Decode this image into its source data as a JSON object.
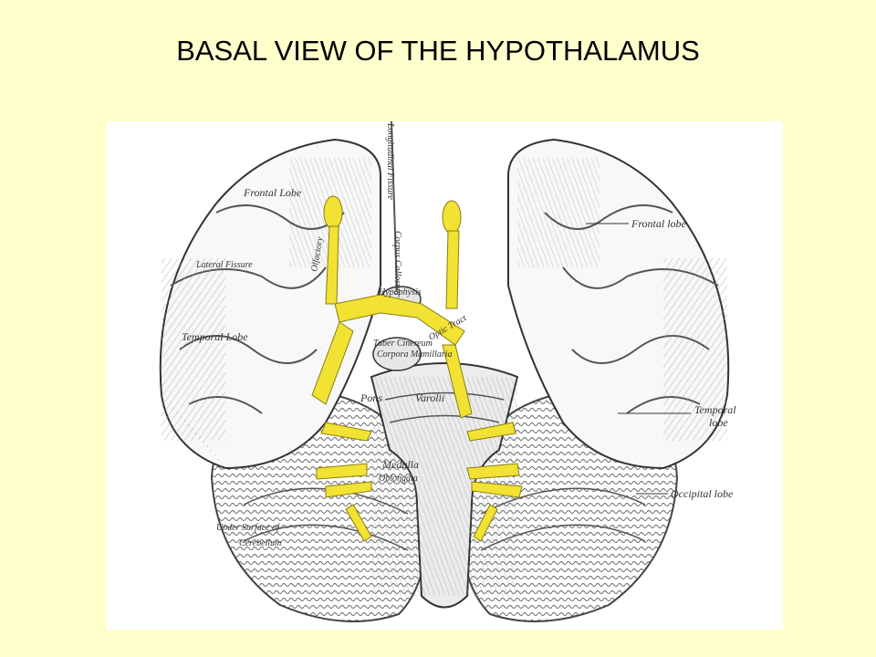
{
  "slide": {
    "title": "BASAL VIEW OF THE HYPOTHALAMUS"
  },
  "figure": {
    "inner_labels": {
      "longitudinal_fissure": "Longitudinal Fissure",
      "frontal_lobe": "Frontal Lobe",
      "lateral_fissure": "Lateral Fissure",
      "temporal_lobe": "Temporal Lobe",
      "olfactory": "Olfactory",
      "corpus_callosum": "Corpus Callosum",
      "hypophysis": "Hypophysis",
      "tuber_cinereum": "Tuber Cinereum",
      "corpora_mamillaria": "Corpora Mamillaria",
      "pons": "Pons",
      "varolii": "Varolii",
      "medulla": "Medulla",
      "oblongata": "Oblongata",
      "under_surface_of": "Under Surface of",
      "cerebellum": "Cerebellum",
      "optic_tract": "Optic Tract"
    },
    "side_labels": {
      "frontal_lobe": "Frontal lobe",
      "temporal_lobe_1": "Temporal",
      "temporal_lobe_2": "lobe",
      "occipital_lobe": "Occipital lobe"
    }
  },
  "colors": {
    "background": "#ffffcc",
    "nerve_yellow": "#f2e233",
    "figure_bg": "#ffffff"
  }
}
